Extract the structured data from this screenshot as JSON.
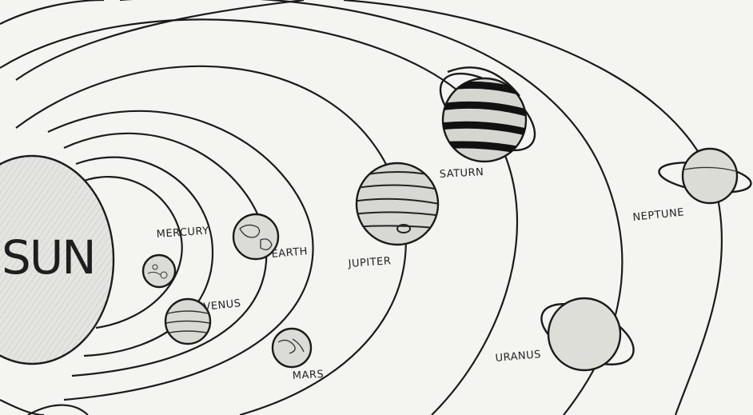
{
  "sun": {
    "label": "SUN"
  },
  "planets": [
    {
      "key": "mercury",
      "label": "MERCURY"
    },
    {
      "key": "venus",
      "label": "VENUS"
    },
    {
      "key": "earth",
      "label": "EARTH"
    },
    {
      "key": "mars",
      "label": "MARS"
    },
    {
      "key": "jupiter",
      "label": "JUPITER"
    },
    {
      "key": "saturn",
      "label": "SATURN"
    },
    {
      "key": "uranus",
      "label": "URANUS"
    },
    {
      "key": "neptune",
      "label": "NEPTUNE"
    }
  ],
  "colors": {
    "ink": "#1b1b1b",
    "paper": "#f4f4f1",
    "sun_fill": "#e6e6e2"
  }
}
